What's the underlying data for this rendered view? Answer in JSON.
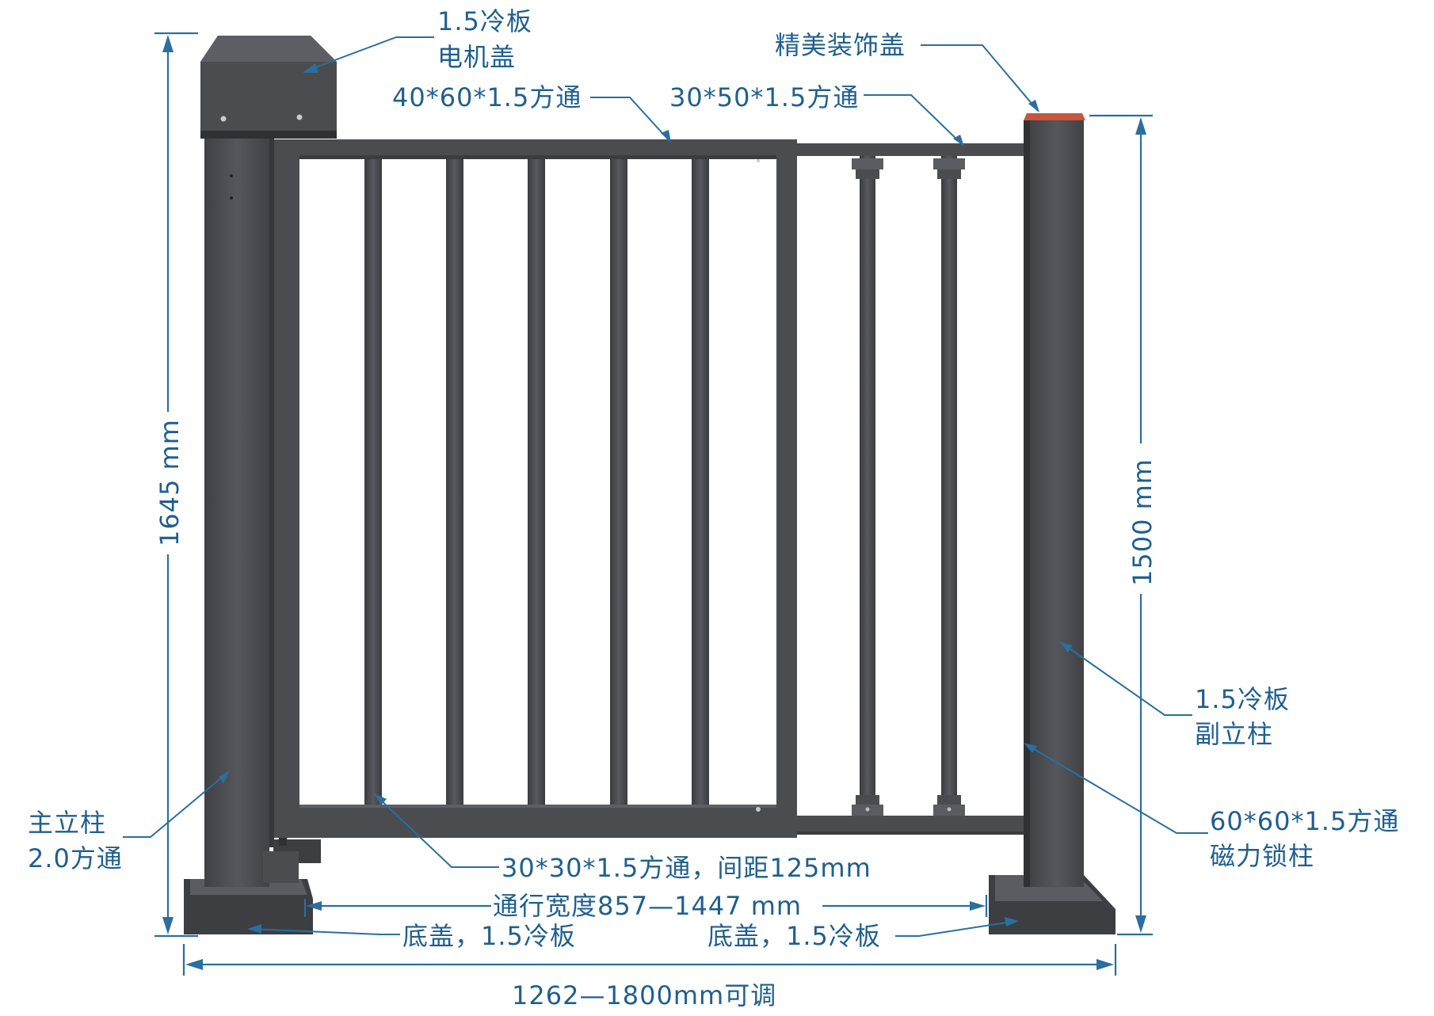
{
  "labels": {
    "motor_cover_line1": "1.5冷板",
    "motor_cover_line2": "电机盖",
    "top_rail_main": "40*60*1.5方通",
    "top_rail_ext": "30*50*1.5方通",
    "deco_cap": "精美装饰盖",
    "sub_post_line1": "1.5冷板",
    "sub_post_line2": "副立柱",
    "lock_post_line1": "60*60*1.5方通",
    "lock_post_line2": "磁力锁柱",
    "main_post_line1": "主立柱",
    "main_post_line2": "2.0方通",
    "bars": "30*30*1.5方通，间距125mm",
    "base_cover_left": "底盖，1.5冷板",
    "base_cover_right": "底盖，1.5冷板"
  },
  "dimensions": {
    "height_main": "1645 mm",
    "height_sub": "1500 mm",
    "pass_width": "通行宽度857—1447 mm",
    "total_width": "1262—1800mm可调"
  },
  "colors": {
    "steel": "#4a4c50",
    "annotation": "#1f5f8e",
    "deco_cap": "#c8553d"
  }
}
